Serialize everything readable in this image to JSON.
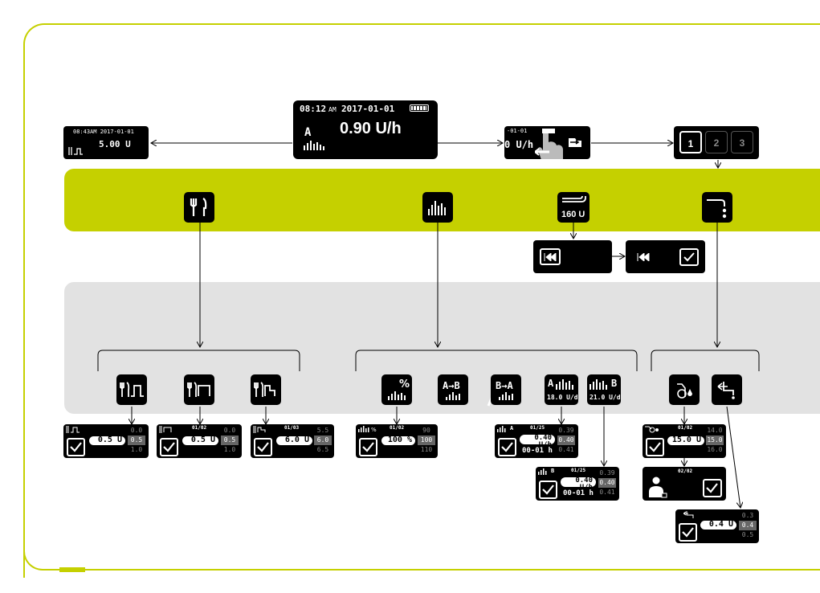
{
  "home": {
    "time": "08:12",
    "ampm": "AM",
    "date": "2017-01-01",
    "profile": "A",
    "rate": "0.90 U/h"
  },
  "bolus_status": {
    "header": "08:43AM 2017-01-01",
    "value": "5.00 U"
  },
  "lock_screen": {
    "header": "-01-01",
    "rate": "0 U/h"
  },
  "keypad": {
    "keys": [
      "1",
      "2",
      "3"
    ]
  },
  "reservoir": {
    "label": "160 U"
  },
  "bolus_screens": [
    {
      "step": "",
      "value": "0.5 U",
      "options": [
        "0.0",
        "0.5",
        "1.0"
      ]
    },
    {
      "step": "01/02",
      "value": "0.5 U",
      "options": [
        "0.0",
        "0.5",
        "1.0"
      ]
    },
    {
      "step": "01/03",
      "value": "6.0 U",
      "options": [
        "5.5",
        "6.0",
        "6.5"
      ]
    }
  ],
  "temp_basal": {
    "step": "01/02",
    "value": "100 %",
    "options": [
      "90",
      "100",
      "110"
    ]
  },
  "basal_icons": {
    "a_to_b": "A→B",
    "b_to_a": "B→A",
    "a_total": "18.0 U/d",
    "b_total": "21.0 U/d",
    "a_label": "A",
    "b_label": "B",
    "percent": "%"
  },
  "basal_a": {
    "profile": "A",
    "step": "01/25",
    "rate": "0.40 U/h",
    "range": "00-01 h",
    "options": [
      "0.39",
      "0.40",
      "0.41"
    ]
  },
  "basal_b": {
    "profile": "B",
    "step": "01/25",
    "rate": "0.40 U/h",
    "range": "00-01 h",
    "options": [
      "0.39",
      "0.40",
      "0.41"
    ]
  },
  "fill_cannula": {
    "step": "01/02",
    "value": "15.0 U",
    "options": [
      "14.0",
      "15.0",
      "16.0"
    ]
  },
  "fill_confirm": {
    "step": "02/02"
  },
  "prime": {
    "value": "0.4 U",
    "options": [
      "0.3",
      "0.4",
      "0.5"
    ]
  },
  "colors": {
    "accent": "#c5d000",
    "gray_band": "#e2e2e2",
    "border": "#c5d000"
  }
}
